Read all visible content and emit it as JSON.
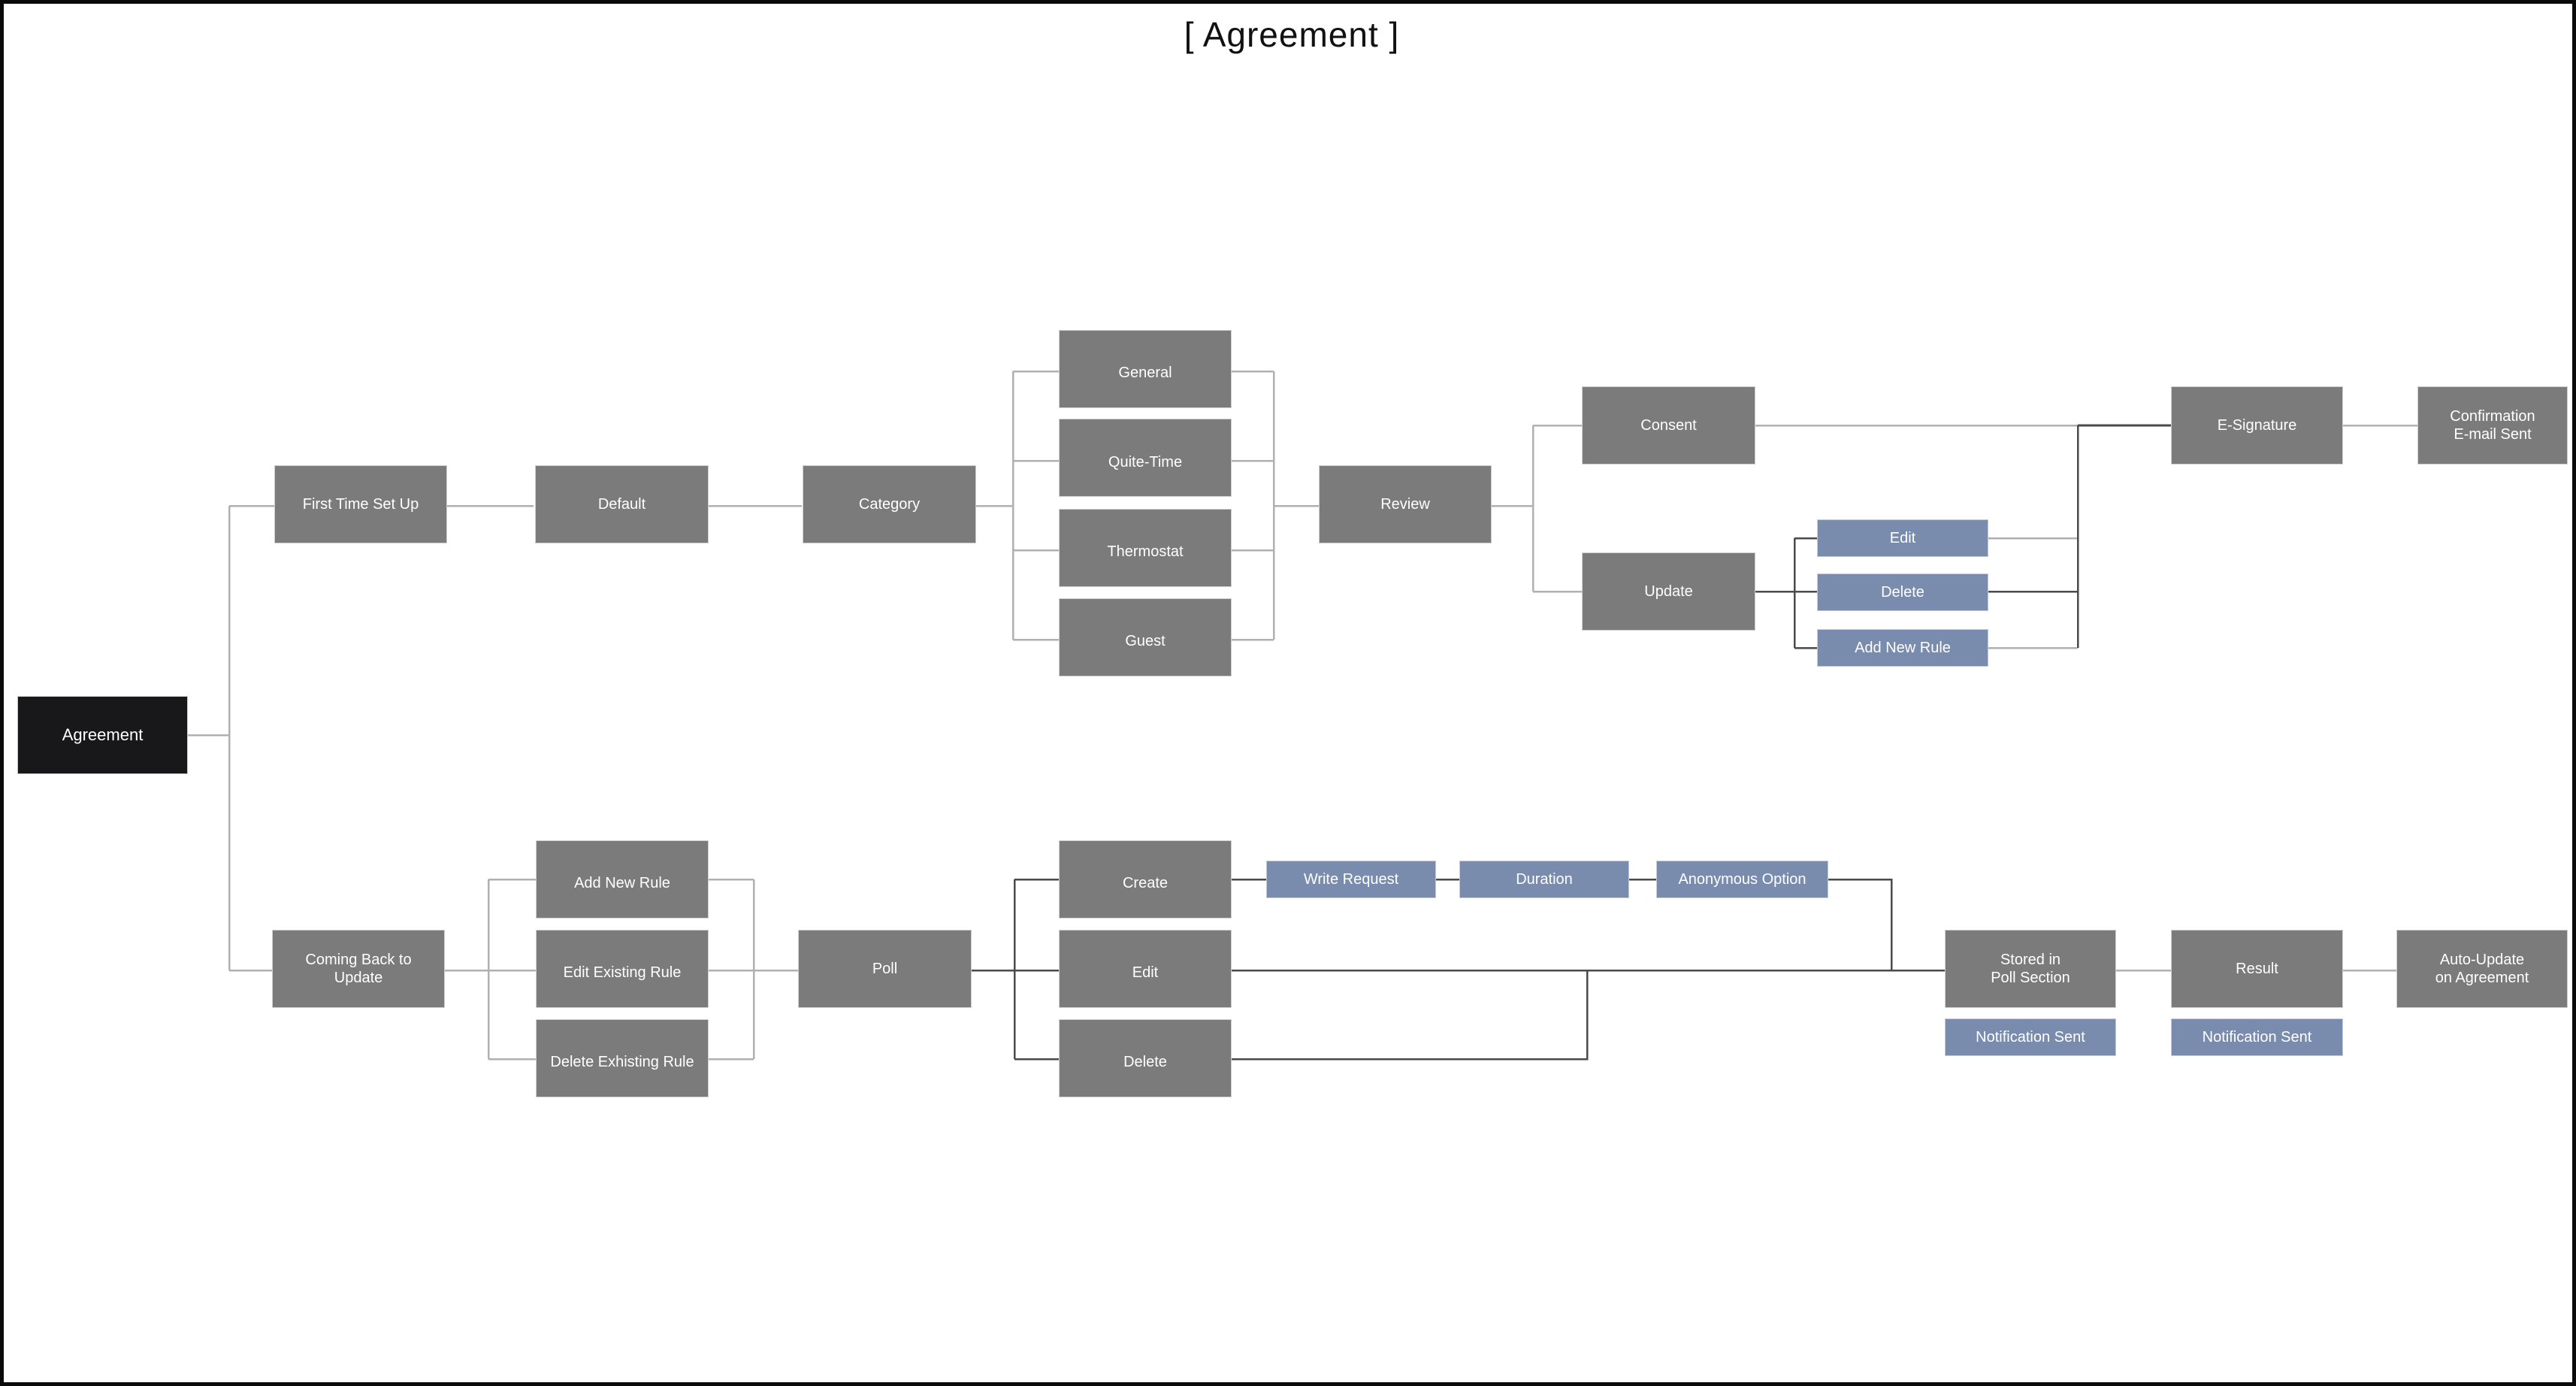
{
  "title": "[ Agreement ]",
  "colors": {
    "canvas_background": "#ffffff",
    "canvas_border": "#0a0a0a",
    "node_gray": "#7c7b7c",
    "node_gray_border": "#cfcfcf",
    "node_root": "#18181a",
    "node_blue": "#7a8cad",
    "node_blue_border": "#c3cbdb",
    "connector_light": "#b0b0b0",
    "connector_dark": "#4a4a4a",
    "text": "#ffffff",
    "title_text": "#111111"
  },
  "nodes": {
    "root": {
      "label": "Agreement",
      "style": "root"
    },
    "first_time_set_up": {
      "label": "First Time Set Up",
      "style": "gray"
    },
    "default": {
      "label": "Default",
      "style": "gray"
    },
    "category": {
      "label": "Category",
      "style": "gray"
    },
    "general": {
      "label": "General",
      "style": "gray"
    },
    "quite_time": {
      "label": "Quite-Time",
      "style": "gray"
    },
    "thermostat": {
      "label": "Thermostat",
      "style": "gray"
    },
    "guest": {
      "label": "Guest",
      "style": "gray"
    },
    "review": {
      "label": "Review",
      "style": "gray"
    },
    "consent": {
      "label": "Consent",
      "style": "gray"
    },
    "update": {
      "label": "Update",
      "style": "gray"
    },
    "edit": {
      "label": "Edit",
      "style": "blue"
    },
    "delete": {
      "label": "Delete",
      "style": "blue"
    },
    "add_new_rule_top": {
      "label": "Add New Rule",
      "style": "blue"
    },
    "e_signature": {
      "label": "E-Signature",
      "style": "gray"
    },
    "confirmation_email": {
      "label": "Confirmation\nE-mail Sent",
      "line1": "Confirmation",
      "line2": "E-mail Sent",
      "style": "gray"
    },
    "coming_back_to_update": {
      "label": "Coming Back to\nUpdate",
      "line1": "Coming Back to",
      "line2": "Update",
      "style": "gray"
    },
    "add_new_rule_bottom": {
      "label": "Add New Rule",
      "style": "gray"
    },
    "edit_existing_rule": {
      "label": "Edit Existing Rule",
      "style": "gray"
    },
    "delete_exhisting_rule": {
      "label": "Delete Exhisting Rule",
      "style": "gray"
    },
    "poll": {
      "label": "Poll",
      "style": "gray"
    },
    "create": {
      "label": "Create",
      "style": "gray"
    },
    "poll_edit": {
      "label": "Edit",
      "style": "gray"
    },
    "poll_delete": {
      "label": "Delete",
      "style": "gray"
    },
    "write_request": {
      "label": "Write Request",
      "style": "blue"
    },
    "duration": {
      "label": "Duration",
      "style": "blue"
    },
    "anonymous_option": {
      "label": "Anonymous Option",
      "style": "blue"
    },
    "stored_in_poll_section": {
      "label": "Stored in\nPoll Section",
      "line1": "Stored in",
      "line2": "Poll Section",
      "style": "gray"
    },
    "result": {
      "label": "Result",
      "style": "gray"
    },
    "auto_update_on_agreement": {
      "label": "Auto-Update\non Agreement",
      "line1": "Auto-Update",
      "line2": "on Agreement",
      "style": "gray"
    },
    "notification_sent_1": {
      "label": "Notification Sent",
      "style": "blue"
    },
    "notification_sent_2": {
      "label": "Notification Sent",
      "style": "blue"
    }
  },
  "flows": [
    {
      "from": "root",
      "to": "first_time_set_up"
    },
    {
      "from": "root",
      "to": "coming_back_to_update"
    },
    {
      "from": "first_time_set_up",
      "to": "default"
    },
    {
      "from": "default",
      "to": "category"
    },
    {
      "from": "category",
      "to": "general"
    },
    {
      "from": "category",
      "to": "quite_time"
    },
    {
      "from": "category",
      "to": "thermostat"
    },
    {
      "from": "category",
      "to": "guest"
    },
    {
      "from": "general",
      "to": "review"
    },
    {
      "from": "quite_time",
      "to": "review"
    },
    {
      "from": "thermostat",
      "to": "review"
    },
    {
      "from": "guest",
      "to": "review"
    },
    {
      "from": "review",
      "to": "consent"
    },
    {
      "from": "review",
      "to": "update"
    },
    {
      "from": "update",
      "to": "edit"
    },
    {
      "from": "update",
      "to": "delete"
    },
    {
      "from": "update",
      "to": "add_new_rule_top"
    },
    {
      "from": "consent",
      "to": "e_signature"
    },
    {
      "from": "edit",
      "to": "e_signature"
    },
    {
      "from": "delete",
      "to": "e_signature"
    },
    {
      "from": "add_new_rule_top",
      "to": "e_signature"
    },
    {
      "from": "e_signature",
      "to": "confirmation_email"
    },
    {
      "from": "coming_back_to_update",
      "to": "add_new_rule_bottom"
    },
    {
      "from": "coming_back_to_update",
      "to": "edit_existing_rule"
    },
    {
      "from": "coming_back_to_update",
      "to": "delete_exhisting_rule"
    },
    {
      "from": "add_new_rule_bottom",
      "to": "poll"
    },
    {
      "from": "edit_existing_rule",
      "to": "poll"
    },
    {
      "from": "delete_exhisting_rule",
      "to": "poll"
    },
    {
      "from": "poll",
      "to": "create"
    },
    {
      "from": "poll",
      "to": "poll_edit"
    },
    {
      "from": "poll",
      "to": "poll_delete"
    },
    {
      "from": "create",
      "to": "write_request"
    },
    {
      "from": "write_request",
      "to": "duration"
    },
    {
      "from": "duration",
      "to": "anonymous_option"
    },
    {
      "from": "anonymous_option",
      "to": "stored_in_poll_section"
    },
    {
      "from": "poll_edit",
      "to": "stored_in_poll_section"
    },
    {
      "from": "poll_delete",
      "to": "stored_in_poll_section"
    },
    {
      "from": "stored_in_poll_section",
      "to": "result"
    },
    {
      "from": "result",
      "to": "auto_update_on_agreement"
    }
  ]
}
